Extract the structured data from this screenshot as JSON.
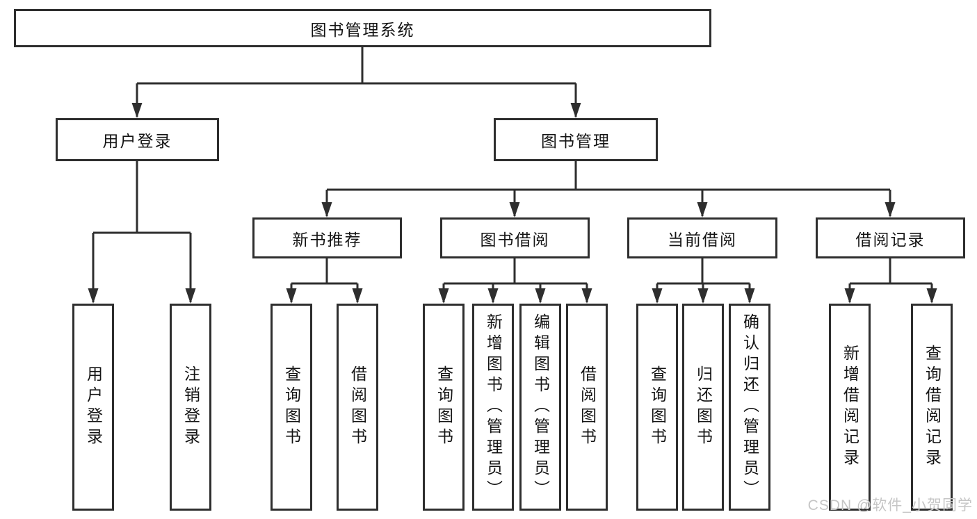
{
  "nodes": {
    "root": {
      "label": "图书管理系统"
    },
    "level2": [
      {
        "label": "用户登录"
      },
      {
        "label": "图书管理"
      }
    ],
    "level3": [
      {
        "label": "新书推荐",
        "parent": "图书管理"
      },
      {
        "label": "图书借阅",
        "parent": "图书管理"
      },
      {
        "label": "当前借阅",
        "parent": "图书管理"
      },
      {
        "label": "借阅记录",
        "parent": "图书管理"
      }
    ],
    "leaves": [
      {
        "label": "用户登录",
        "parent": "用户登录"
      },
      {
        "label": "注销登录",
        "parent": "用户登录"
      },
      {
        "label": "查询图书",
        "parent": "新书推荐"
      },
      {
        "label": "借阅图书",
        "parent": "新书推荐"
      },
      {
        "label": "查询图书",
        "parent": "图书借阅"
      },
      {
        "label": "新增图书（管理员）",
        "parent": "图书借阅"
      },
      {
        "label": "编辑图书（管理员）",
        "parent": "图书借阅"
      },
      {
        "label": "借阅图书",
        "parent": "图书借阅"
      },
      {
        "label": "查询图书",
        "parent": "当前借阅"
      },
      {
        "label": "归还图书",
        "parent": "当前借阅"
      },
      {
        "label": "确认归还（管理员）",
        "parent": "当前借阅"
      },
      {
        "label": "新增借阅记录",
        "parent": "借阅记录"
      },
      {
        "label": "查询借阅记录",
        "parent": "借阅记录"
      }
    ]
  },
  "watermark": {
    "text": "CSDN @软件_小贺同学"
  },
  "colors": {
    "line": "#2e2e2e",
    "border": "#2e2e2e",
    "background": "#ffffff",
    "text": "#141414",
    "watermark": "#c6c6c6"
  }
}
